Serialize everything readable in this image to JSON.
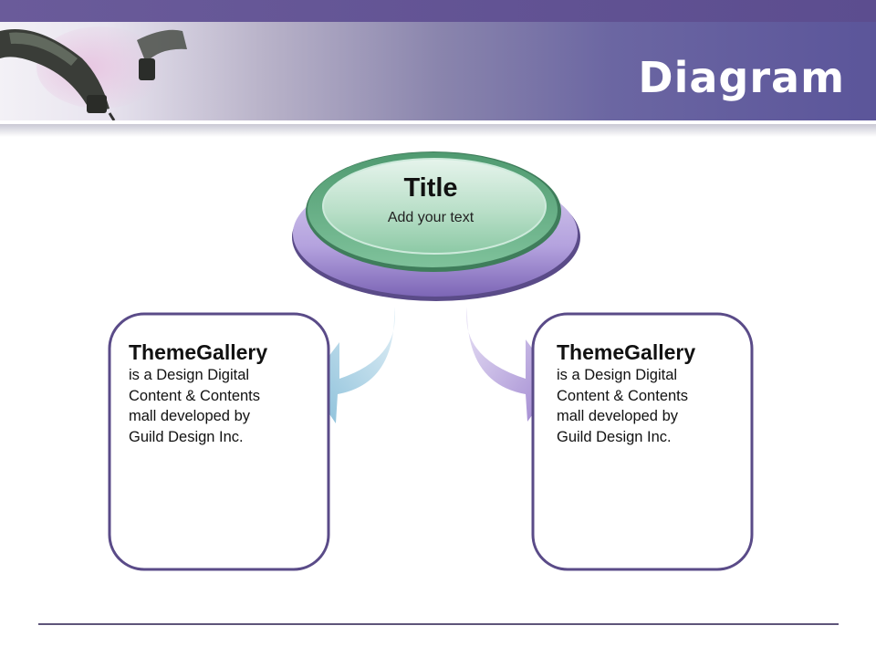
{
  "header": {
    "title": "Diagram"
  },
  "center": {
    "title": "Title",
    "subtitle": "Add your text"
  },
  "cards": [
    {
      "heading": "ThemeGallery",
      "lines": [
        "is a Design Digital",
        "Content & Contents",
        "mall developed by",
        "Guild Design Inc."
      ]
    },
    {
      "heading": "ThemeGallery",
      "lines": [
        "is a Design Digital",
        "Content & Contents",
        "mall developed by",
        "Guild Design Inc."
      ]
    }
  ],
  "colors": {
    "accent_purple": "#5b4f8a",
    "card_border": "#5a4b88",
    "ellipse_green": "#7cc39a",
    "ellipse_purple": "#a892d2",
    "arrow_left": "#8fc3dc",
    "arrow_right": "#a58cd3"
  }
}
